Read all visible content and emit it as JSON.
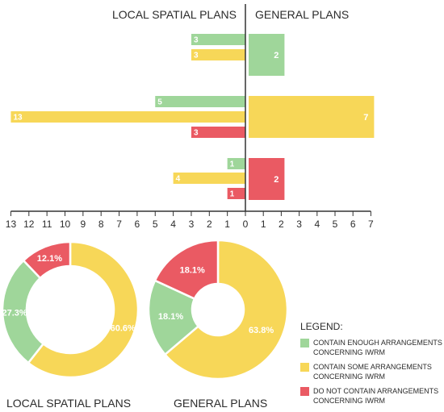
{
  "colors": {
    "enough": "#9fd69a",
    "some": "#f7d758",
    "none": "#ea5a63",
    "axis": "#333333",
    "text": "#2b2b2b"
  },
  "chart_data": [
    {
      "type": "bar",
      "orientation": "horizontal-diverging",
      "left_title": "LOCAL SPATIAL PLANS",
      "right_title": "GENERAL PLANS",
      "x_ticks_left": [
        "13",
        "12",
        "11",
        "10",
        "9",
        "8",
        "7",
        "6",
        "5",
        "4",
        "3",
        "2",
        "1"
      ],
      "x_ticks_right": [
        "0",
        "1",
        "2",
        "3",
        "4",
        "5",
        "6",
        "7"
      ],
      "xlim_left": [
        0,
        13
      ],
      "xlim_right": [
        0,
        7
      ],
      "groups": [
        {
          "local": [
            {
              "category": "enough",
              "value": 3,
              "label": "3"
            },
            {
              "category": "some",
              "value": 3,
              "label": "3"
            }
          ],
          "general": {
            "category": "enough",
            "value": 2,
            "label": "2"
          }
        },
        {
          "local": [
            {
              "category": "enough",
              "value": 5,
              "label": "5"
            },
            {
              "category": "some",
              "value": 13,
              "label": "13"
            },
            {
              "category": "none",
              "value": 3,
              "label": "3"
            }
          ],
          "general": {
            "category": "some",
            "value": 7,
            "label": "7"
          }
        },
        {
          "local": [
            {
              "category": "enough",
              "value": 1,
              "label": "1"
            },
            {
              "category": "some",
              "value": 4,
              "label": "4"
            },
            {
              "category": "none",
              "value": 1,
              "label": "1"
            }
          ],
          "general": {
            "category": "none",
            "value": 2,
            "label": "2"
          }
        }
      ]
    },
    {
      "type": "pie",
      "title": "LOCAL SPATIAL PLANS",
      "slices": [
        {
          "category": "some",
          "value": 60.6,
          "label": "60.6%"
        },
        {
          "category": "enough",
          "value": 27.3,
          "label": "27.3%"
        },
        {
          "category": "none",
          "value": 12.1,
          "label": "12.1%"
        }
      ]
    },
    {
      "type": "pie",
      "title": "GENERAL PLANS",
      "slices": [
        {
          "category": "some",
          "value": 63.8,
          "label": "63.8%"
        },
        {
          "category": "enough",
          "value": 18.1,
          "label": "18.1%"
        },
        {
          "category": "none",
          "value": 18.1,
          "label": "18.1%"
        }
      ]
    }
  ],
  "legend": {
    "title": "LEGEND:",
    "items": [
      {
        "category": "enough",
        "line1": "CONTAIN ENOUGH ARRANGEMENTS",
        "line2": "CONCERNING IWRM"
      },
      {
        "category": "some",
        "line1": "CONTAIN SOME ARRANGEMENTS",
        "line2": "CONCERNING IWRM"
      },
      {
        "category": "none",
        "line1": "DO NOT CONTAIN ARRANGEMENTS",
        "line2": "CONCERNING IWRM"
      }
    ]
  }
}
